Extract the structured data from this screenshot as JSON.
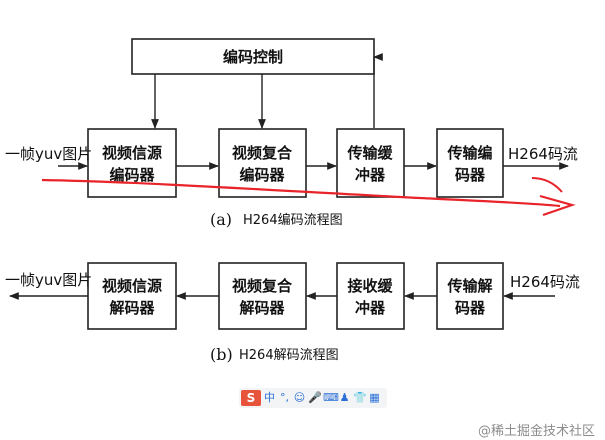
{
  "encode": {
    "control_label": "编码控制",
    "input_label": "一帧yuv图片",
    "output_label": "H264码流",
    "blocks": [
      {
        "line1": "视频信源",
        "line2": "编码器"
      },
      {
        "line1": "视频复合",
        "line2": "编码器"
      },
      {
        "line1": "传输缓",
        "line2": "冲器"
      },
      {
        "line1": "传输编",
        "line2": "码器"
      }
    ],
    "caption_letter": "(a)",
    "caption_text": "H264编码流程图"
  },
  "decode": {
    "input_label": "H264码流",
    "output_label": "一帧yuv图片",
    "blocks": [
      {
        "line1": "视频信源",
        "line2": "解码器"
      },
      {
        "line1": "视频复合",
        "line2": "解码器"
      },
      {
        "line1": "接收缓",
        "line2": "冲器"
      },
      {
        "line1": "传输解",
        "line2": "码器"
      }
    ],
    "caption_letter": "(b)",
    "caption_text": "H264解码流程图"
  },
  "toolbar": {
    "logo": "S",
    "items": [
      "中",
      "°,",
      "☺",
      "🎤",
      "⌨",
      "♟",
      "👕",
      "▦"
    ]
  },
  "watermark": "@稀土掘金技术社区",
  "colors": {
    "annotation": "#e8242a",
    "stroke": "#222222"
  }
}
